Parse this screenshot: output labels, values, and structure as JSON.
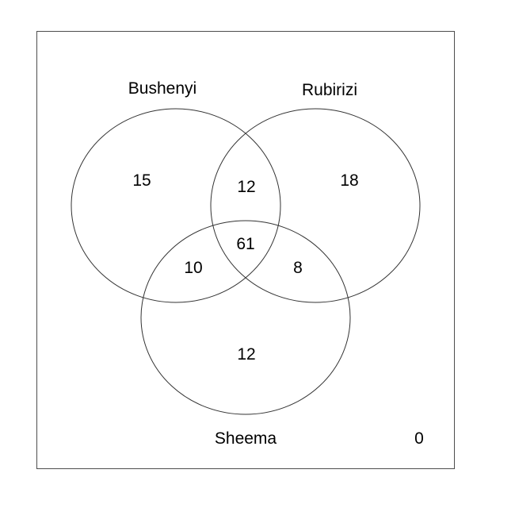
{
  "sets": [
    {
      "id": "A",
      "name": "Bushenyi"
    },
    {
      "id": "B",
      "name": "Rubirizi"
    },
    {
      "id": "C",
      "name": "Sheema"
    }
  ],
  "regions": {
    "A_only": "15",
    "B_only": "18",
    "C_only": "12",
    "A_B": "12",
    "A_C": "10",
    "B_C": "8",
    "A_B_C": "61",
    "outside": "0"
  }
}
